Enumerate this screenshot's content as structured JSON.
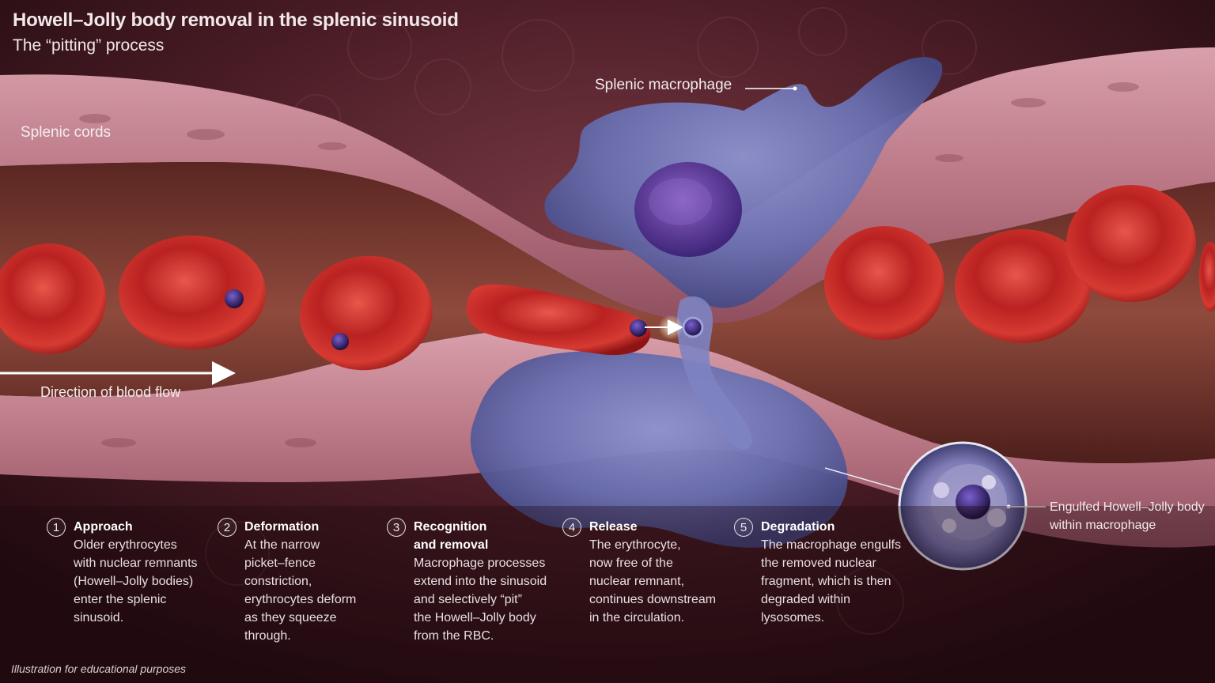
{
  "header": {
    "title": "Howell–Jolly body removal in the splenic sinusoid",
    "subtitle": "The “pitting” process"
  },
  "labels": {
    "splenic_cords": "Splenic cords",
    "macrophage": "Splenic macrophage",
    "blood_flow": "Direction of blood flow",
    "engulfed": "Engulfed Howell–Jolly body\nwithin macrophage"
  },
  "steps": [
    {
      "number": "1",
      "title": "Approach",
      "body": "Older erythrocytes\nwith nuclear remnants\n(Howell–Jolly bodies)\nenter the splenic\nsinusoid."
    },
    {
      "number": "2",
      "title": "Deformation",
      "body": "At the narrow\npicket–fence\nconstriction,\nerythrocytes deform\nas they squeeze\nthrough."
    },
    {
      "number": "3",
      "title": "Recognition\nand removal",
      "body": "Macrophage processes\nextend into the sinusoid\nand selectively “pit”\nthe Howell–Jolly body\nfrom the RBC."
    },
    {
      "number": "4",
      "title": "Release",
      "body": "The erythrocyte,\nnow free of the\nnuclear remnant,\ncontinues downstream\nin the circulation."
    },
    {
      "number": "5",
      "title": "Degradation",
      "body": "The macrophage engulfs\nthe removed nuclear\nfragment, which is then\ndegraded within\nlysosomes."
    }
  ],
  "footer": "Illustration for educational purposes",
  "colors": {
    "background": "#2a0f14",
    "vessel_wall": "#c98a97",
    "lumen": "#7a3a33",
    "rbc": "#d8302c",
    "macrophage": "#6f74b8",
    "nucleus": "#5b3c9a",
    "hj_body": "#3a2470"
  }
}
